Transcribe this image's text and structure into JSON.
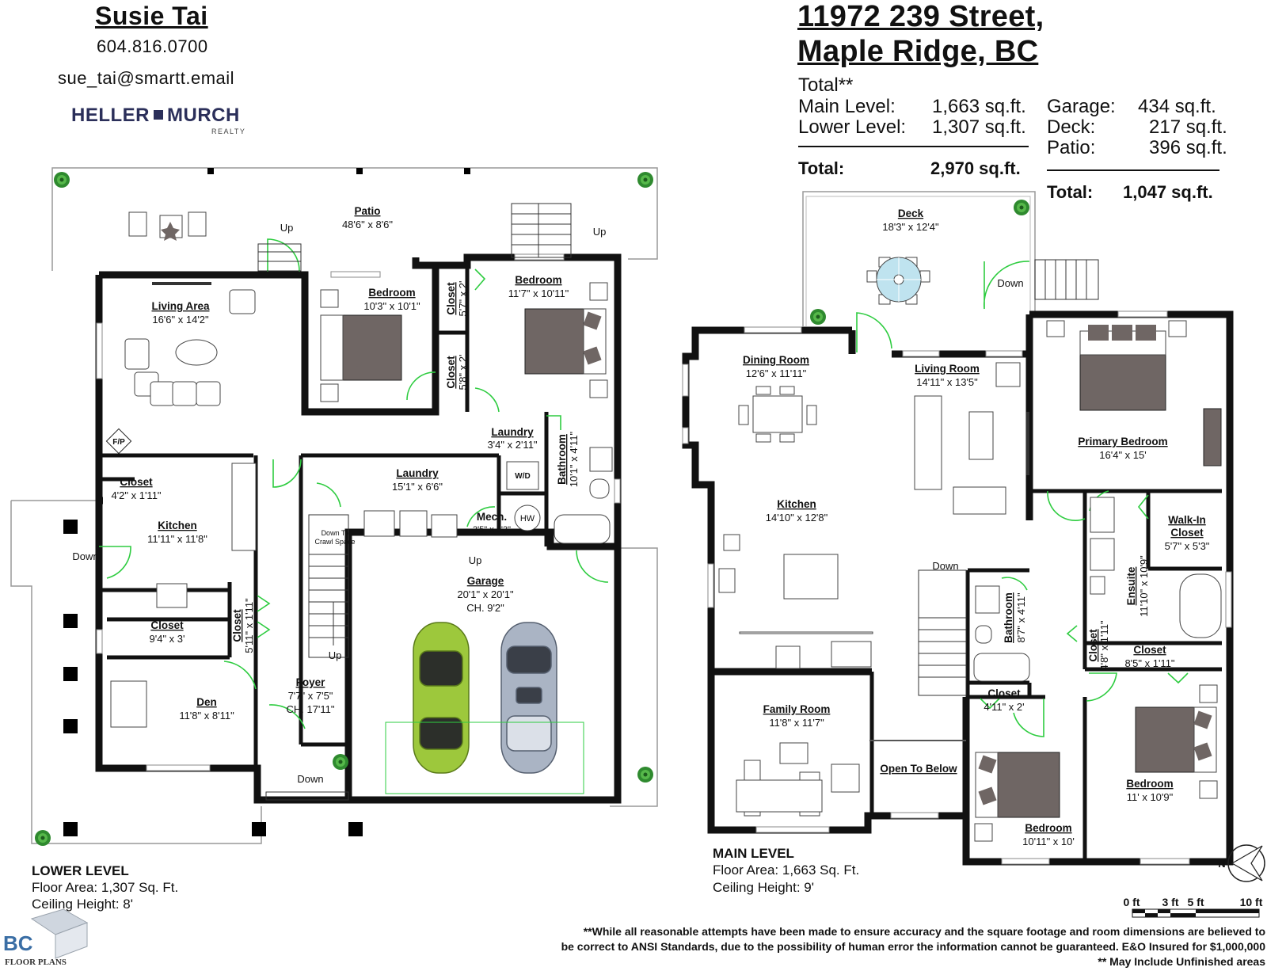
{
  "agent": {
    "name": "Susie Tai",
    "phone": "604.816.0700",
    "email": "sue_tai@smartt.email",
    "brokerage": {
      "left": "HELLER",
      "right": "MURCH",
      "sub": "REALTY"
    }
  },
  "property": {
    "address_line1": "11972 239 Street,",
    "address_line2": "Maple Ridge, BC"
  },
  "summary": {
    "heading": "Total**",
    "rows": [
      {
        "label": "Main Level:",
        "value": "1,663 sq.ft."
      },
      {
        "label": "Lower Level:",
        "value": "1,307 sq.ft."
      }
    ],
    "total_label": "Total:",
    "total_value": "2,970 sq.ft.",
    "extra_rows": [
      {
        "label": "Garage:",
        "value": "434 sq.ft."
      },
      {
        "label": "Deck:",
        "value": "217 sq.ft."
      },
      {
        "label": "Patio:",
        "value": "396 sq.ft."
      }
    ],
    "extra_total_label": "Total:",
    "extra_total_value": "1,047 sq.ft."
  },
  "lower_level": {
    "title": "LOWER LEVEL",
    "area": "Floor Area: 1,307 Sq. Ft.",
    "ceiling": "Ceiling Height: 8'",
    "rooms": {
      "patio": {
        "name": "Patio",
        "dim": "48'6\" x 8'6\""
      },
      "living": {
        "name": "Living Area",
        "dim": "16'6\" x 14'2\""
      },
      "bed1": {
        "name": "Bedroom",
        "dim": "10'3\" x 10'1\""
      },
      "bed2": {
        "name": "Bedroom",
        "dim": "11'7\" x 10'11\""
      },
      "closet_a": {
        "name": "Closet",
        "dim": "5'7\" x 2'"
      },
      "closet_b": {
        "name": "Closet",
        "dim": "5'8\" x 2'"
      },
      "laundry_small": {
        "name": "Laundry",
        "dim": "3'4\" x 2'11\""
      },
      "bathroom": {
        "name": "Bathroom",
        "dim": "10'1\" x 4'11\""
      },
      "closet_c": {
        "name": "Closet",
        "dim": "4'2\" x 1'11\""
      },
      "laundry": {
        "name": "Laundry",
        "dim": "15'1\" x 6'6\""
      },
      "mech": {
        "name": "Mech.",
        "dim": "3'5\" x 3'3\""
      },
      "kitchen": {
        "name": "Kitchen",
        "dim": "11'11\" x 11'8\""
      },
      "closet_d": {
        "name": "Closet",
        "dim": "9'4\" x 3'"
      },
      "closet_e": {
        "name": "Closet",
        "dim": "5'11\" x 1'11\""
      },
      "garage": {
        "name": "Garage",
        "dim": "20'1\" x 20'1\"",
        "ch": "CH. 9'2\""
      },
      "foyer": {
        "name": "Foyer",
        "dim": "7'7\" x 7'5\"",
        "ch": "CH. 17'11\""
      },
      "den": {
        "name": "Den",
        "dim": "11'8\" x 8'11\""
      }
    },
    "labels": {
      "up": "Up",
      "down": "Down",
      "fp": "F/P",
      "wd": "W/D",
      "hw": "HW",
      "crawl_1": "Down To",
      "crawl_2": "Crawl Space"
    }
  },
  "main_level": {
    "title": "MAIN LEVEL",
    "area": "Floor Area: 1,663 Sq. Ft.",
    "ceiling": "Ceiling Height: 9'",
    "rooms": {
      "deck": {
        "name": "Deck",
        "dim": "18'3\" x 12'4\""
      },
      "dining": {
        "name": "Dining Room",
        "dim": "12'6\" x 11'11\""
      },
      "living": {
        "name": "Living Room",
        "dim": "14'11\" x 13'5\""
      },
      "primary": {
        "name": "Primary Bedroom",
        "dim": "16'4\" x 15'"
      },
      "kitchen": {
        "name": "Kitchen",
        "dim": "14'10\" x 12'8\""
      },
      "walkin": {
        "name": "Walk-In",
        "name2": "Closet",
        "dim": "5'7\" x 5'3\""
      },
      "ensuite": {
        "name": "Ensuite",
        "dim": "11'10\" x 10'9\""
      },
      "bathroom": {
        "name": "Bathroom",
        "dim": "8'7\" x 4'11\""
      },
      "closet_a": {
        "name": "Closet",
        "dim": "4'8\" x 1'11\""
      },
      "closet_b": {
        "name": "Closet",
        "dim": "8'5\" x 1'11\""
      },
      "closet_c": {
        "name": "Closet",
        "dim": "4'11\" x 2'"
      },
      "family": {
        "name": "Family Room",
        "dim": "11'8\" x 11'7\""
      },
      "bed_a": {
        "name": "Bedroom",
        "dim": "10'11\" x 10'"
      },
      "bed_b": {
        "name": "Bedroom",
        "dim": "11' x 10'9\""
      }
    },
    "labels": {
      "down": "Down",
      "open_below": "Open To Below"
    }
  },
  "compass": {
    "label": "N"
  },
  "scale": {
    "ticks": [
      "0 ft",
      "3 ft",
      "5 ft",
      "10 ft"
    ]
  },
  "disclaimer": {
    "line1": "**While all reasonable attempts have been made to ensure accuracy and the square footage and room dimensions are believed to",
    "line2": "be correct to ANSI Standards, due to the possibility of human error the information cannot be guaranteed. E&O Insured for $1,000,000",
    "line3": "** May Include Unfinished areas"
  },
  "logo": {
    "text1": "BC",
    "text2": "FLOOR PLANS"
  },
  "colors": {
    "wall": "#111111",
    "door": "#2ecc40",
    "car_green": "#9dc83c",
    "car_silver": "#aab4c4",
    "furniture": "#6f6664"
  }
}
